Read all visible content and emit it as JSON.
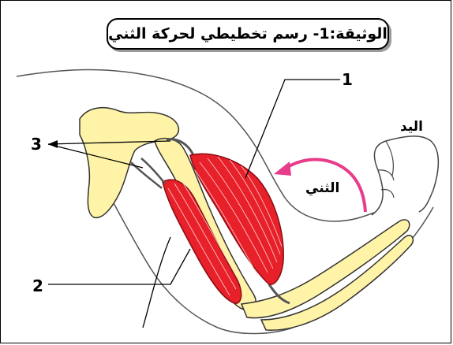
{
  "title": "الوثيقة:1- رسم تخطيطي لحركة الثني",
  "labels": {
    "one": "1",
    "two": "2",
    "three": "3",
    "hand": "اليد",
    "flexion": "الثني"
  },
  "colors": {
    "bone": "#FFF3A8",
    "muscle": "#E8202A",
    "arrow": "#E83C8A",
    "outline": "#000000"
  }
}
